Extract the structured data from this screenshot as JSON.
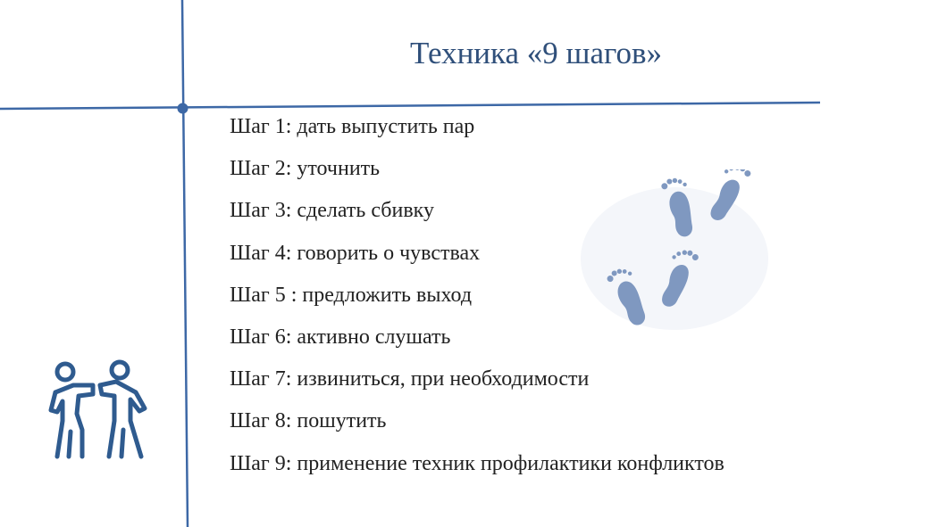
{
  "slide": {
    "title": "Техника «9 шагов»",
    "steps": [
      "Шаг 1: дать выпустить пар",
      "Шаг 2: уточнить",
      "Шаг 3: сделать сбивку",
      "Шаг 4: говорить о чувствах",
      "Шаг 5 : предложить выход",
      "Шаг 6: активно слушать",
      "Шаг 7: извиниться, при необходимости",
      "Шаг 8: пошутить",
      "Шаг 9: применение техник профилактики конфликтов"
    ]
  },
  "icons": {
    "fight": "conflict-people-icon",
    "footprints": "footprints-icon"
  },
  "colors": {
    "line": "#3d68a6",
    "title": "#2f4f7a",
    "icon": "#2f5b8f",
    "feet": "#7f98c0"
  }
}
